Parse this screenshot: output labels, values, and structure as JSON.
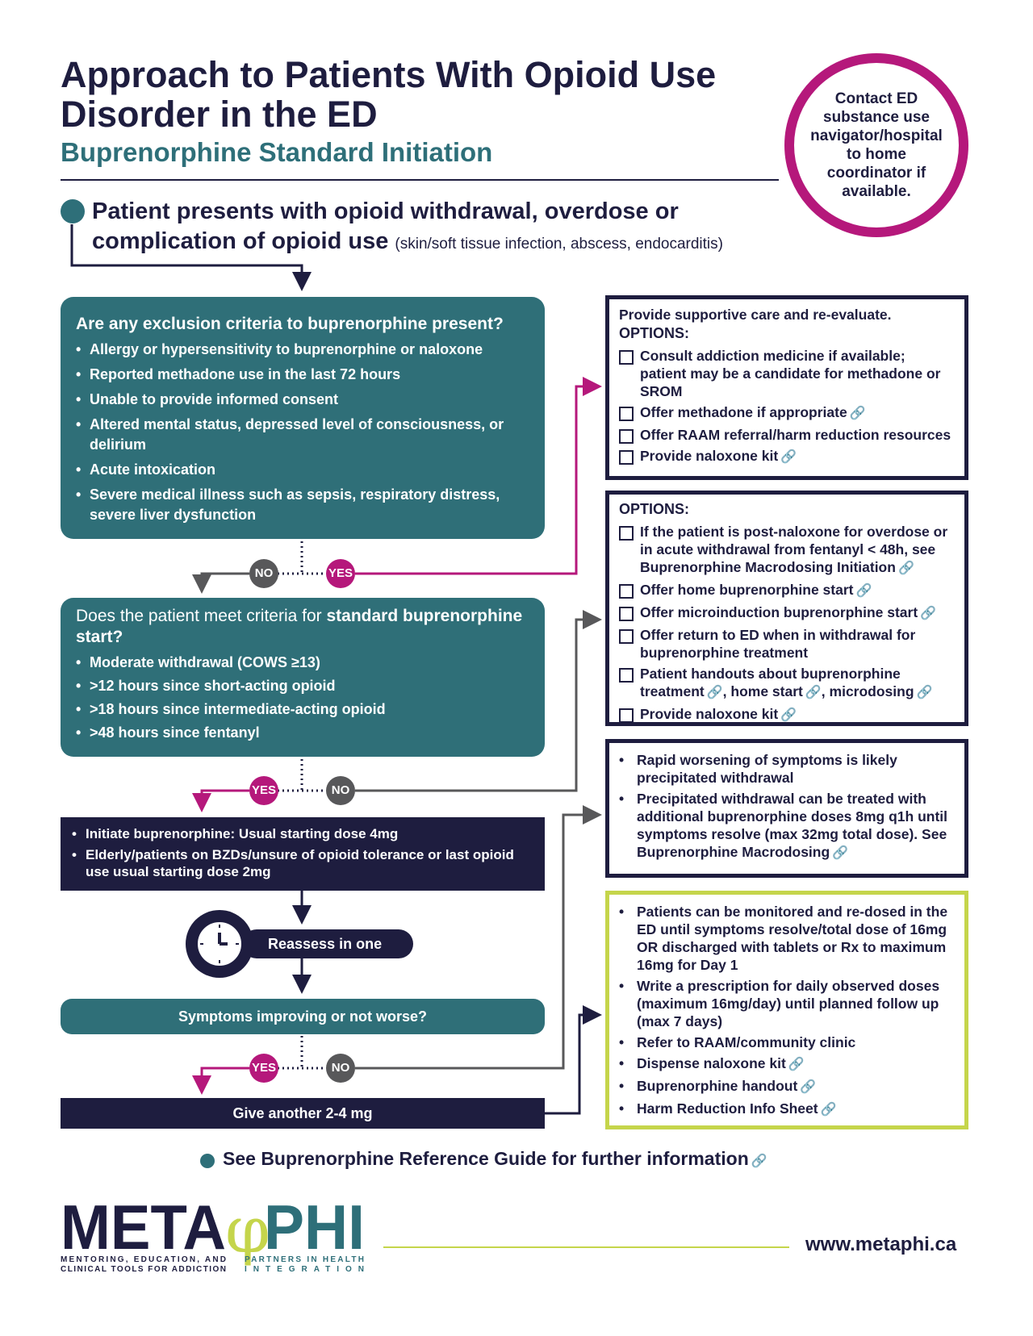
{
  "header": {
    "title": "Approach to Patients With Opioid Use Disorder in the ED",
    "subtitle": "Buprenorphine Standard Initiation"
  },
  "contact_circle": "Contact ED substance use navigator/hospital to home coordinator if available.",
  "presentation": {
    "main": "Patient presents with opioid withdrawal, overdose or complication of opioid use",
    "detail": "(skin/soft tissue infection, abscess, endocarditis)"
  },
  "exclusion": {
    "question": "Are any exclusion criteria to buprenorphine present?",
    "items": [
      "Allergy or hypersensitivity to buprenorphine or naloxone",
      "Reported methadone use in the last 72 hours",
      "Unable to provide informed consent",
      "Altered mental status, depressed level of consciousness, or delirium",
      "Acute intoxication",
      "Severe medical illness such as sepsis, respiratory distress, severe liver dysfunction"
    ]
  },
  "criteria": {
    "question_start": "Does the patient meet criteria for",
    "question_bold": "standard buprenorphine start?",
    "items": [
      "Moderate withdrawal (COWS ≥13)",
      ">12 hours since short-acting opioid",
      ">18 hours since intermediate-acting opioid",
      ">48 hours since fentanyl"
    ]
  },
  "initiate": {
    "items": [
      "Initiate buprenorphine: Usual starting dose 4mg",
      "Elderly/patients on BZDs/unsure of opioid tolerance or last opioid use usual starting dose 2mg"
    ]
  },
  "reassess": "Reassess in one hour",
  "symptoms_question": "Symptoms improving or not worse?",
  "give_another": "Give another 2-4 mg",
  "labels": {
    "yes": "YES",
    "no": "NO"
  },
  "box1": {
    "intro": "Provide supportive care and re-evaluate.",
    "options_label": "OPTIONS:",
    "consult_a": "Consult addiction medicine if available; patient may be a candidate for",
    "consult_b": "methadone",
    "consult_c": "or",
    "consult_d": "SROM",
    "items": [
      "Offer methadone if appropriate",
      "Offer RAAM referral/harm reduction resources",
      "Provide naloxone kit"
    ]
  },
  "box2": {
    "options_label": "OPTIONS:",
    "items": [
      "If the patient is post-naloxone for overdose or in acute withdrawal from fentanyl < 48h, see Buprenorphine Macrodosing Initiation",
      "Offer home buprenorphine start",
      "Offer microinduction buprenorphine start",
      "Offer return to ED when in withdrawal for buprenorphine treatment"
    ],
    "handouts_a": "Patient handouts about buprenorphine treatment",
    "handouts_b": ", home start",
    "handouts_c": ", microdosing",
    "naloxone": "Provide naloxone kit"
  },
  "box3": {
    "items": [
      "Rapid worsening of symptoms is likely precipitated withdrawal",
      "Precipitated withdrawal can be treated with additional buprenorphine doses 8mg q1h until symptoms resolve (max 32mg total dose). See Buprenorphine Macrodosing"
    ]
  },
  "box4": {
    "items": [
      "Patients can be monitored and re-dosed in the ED until symptoms resolve/total dose of 16mg OR discharged with tablets or Rx to maximum 16mg for Day 1",
      "Write a prescription for daily observed doses (maximum 16mg/day) until planned follow up (max 7 days)",
      "Refer to RAAM/community clinic",
      "Dispense naloxone kit",
      "Buprenorphine handout",
      "Harm Reduction Info Sheet"
    ]
  },
  "footer": {
    "reference": "See Buprenorphine Reference Guide for further information",
    "website": "www.metaphi.ca"
  },
  "logo": {
    "left_word": "META",
    "right_word": "PHI",
    "left_tag_1": "MENTORING, EDUCATION, AND",
    "left_tag_2": "CLINICAL TOOLS FOR ADDICTION",
    "right_tag_1": "PARTNERS IN HEALTH",
    "right_tag_2": "INTEGRATION"
  },
  "colors": {
    "navy": "#1e1d3f",
    "teal": "#2f6f78",
    "magenta": "#b5187b",
    "gray": "#58585a",
    "lime": "#c5d54b"
  },
  "icons": {
    "link": "link-icon",
    "clock": "clock-icon",
    "checkbox": "checkbox-icon"
  }
}
